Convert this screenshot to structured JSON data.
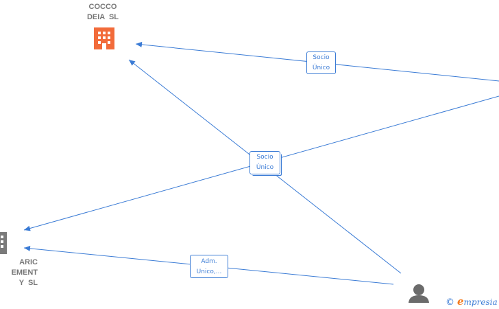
{
  "nodes": {
    "cocco": {
      "label": "COCCO\nDEIA  SL",
      "icon": "building-icon",
      "color": "#f26b3a"
    },
    "aric": {
      "label": "ARIC\nEMENT\nY  SL",
      "icon": "building-icon",
      "color": "#7a7a7a"
    },
    "person": {
      "icon": "person-icon",
      "color": "#6b6b6b"
    }
  },
  "edges": {
    "e1": {
      "label": "Socio\nÚnico"
    },
    "e2": {
      "label": "Socio\nÚnico"
    },
    "e3": {
      "label": "Adm.\nUnico,..."
    }
  },
  "colors": {
    "edge": "#3a7bd5",
    "accent": "#f47c20"
  },
  "brand": {
    "copyright": "©",
    "e": "e",
    "rest": "mpresia"
  }
}
